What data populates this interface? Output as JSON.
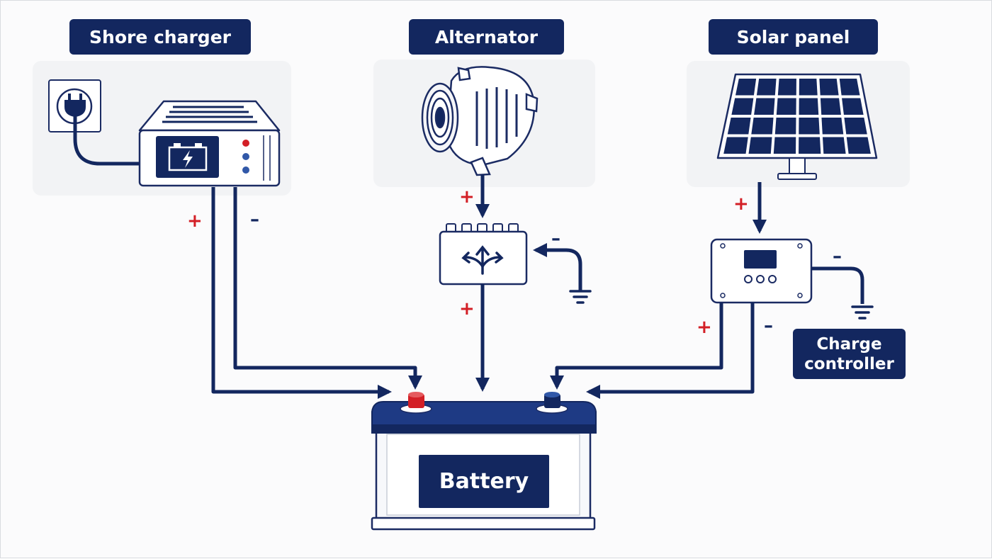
{
  "labels": {
    "shore_charger": "Shore charger",
    "alternator": "Alternator",
    "solar_panel": "Solar panel",
    "charge_controller": "Charge\ncontroller",
    "battery": "Battery"
  },
  "polarity": {
    "plus": "+",
    "minus": "–"
  },
  "colors": {
    "navy": "#13275f",
    "positive_red": "#d31f26",
    "panel_bg": "#f2f3f5",
    "outline": "#1b2b63"
  },
  "icons": [
    "wall-outlet-icon",
    "plug-icon",
    "battery-charge-icon",
    "alternator-icon",
    "solar-panel-icon",
    "distribution-block-icon",
    "ground-icon",
    "charge-controller-icon",
    "battery-icon"
  ]
}
